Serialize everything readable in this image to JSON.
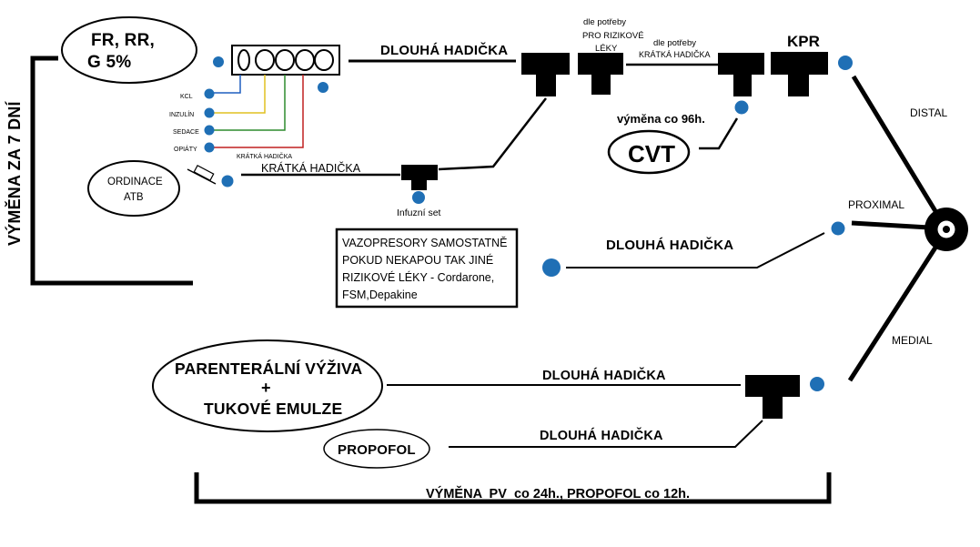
{
  "fluids": {
    "line1": "FR, RR,",
    "line2": "G 5%"
  },
  "pump_labels": [
    "KCL",
    "INZULÍN",
    "SEDACE",
    "OPIÁTY"
  ],
  "pump_short_tube": "KRÁTKÁ HADIČKA",
  "atb": {
    "line1": "ORDINACE",
    "line2": "ATB"
  },
  "short_tube_label": "KRÁTKÁ HADIČKA",
  "infusion_set": "Infuzní set",
  "long_tube_top": "DLOUHÁ HADIČKA",
  "risk_note": {
    "line1": "dle potřeby",
    "line2": "PRO RIZIKOVÉ",
    "line3": "LÉKY"
  },
  "short_note": {
    "line1": "dle potřeby",
    "line2": "KRÁTKÁ HADIČKA"
  },
  "kpr": "KPR",
  "exchange_96": "výměna co 96h.",
  "cvt": "CVT",
  "distal": "DISTAL",
  "proximal": "PROXIMAL",
  "medial": "MEDIAL",
  "side_label": "VÝMĚNA ZA 7 DNÍ",
  "vaso_box": "VAZOPRESORY SAMOSTATNĚ POKUD NEKAPOU TAK JINÉ RIZIKOVÉ LÉKY - Cordarone, FSM,Depakine",
  "long_tube_mid": "DLOUHÁ HADIČKA",
  "parenteral": {
    "line1": "PARENTERÁLNÍ VÝŽIVA",
    "line2": "+",
    "line3": "TUKOVÉ EMULZE"
  },
  "long_tube_pv": "DLOUHÁ HADIČKA",
  "propofol": "PROPOFOL",
  "long_tube_propofol": "DLOUHÁ HADIČKA",
  "bottom_label": "VÝMĚNA  PV  co 24h., PROPOFOL co 12h.",
  "colors": {
    "port": "#1f6fb5",
    "kcl": "#1f5fbf",
    "inzulin": "#e0c020",
    "sedace": "#2e8b2e",
    "opiaty": "#c02020"
  }
}
